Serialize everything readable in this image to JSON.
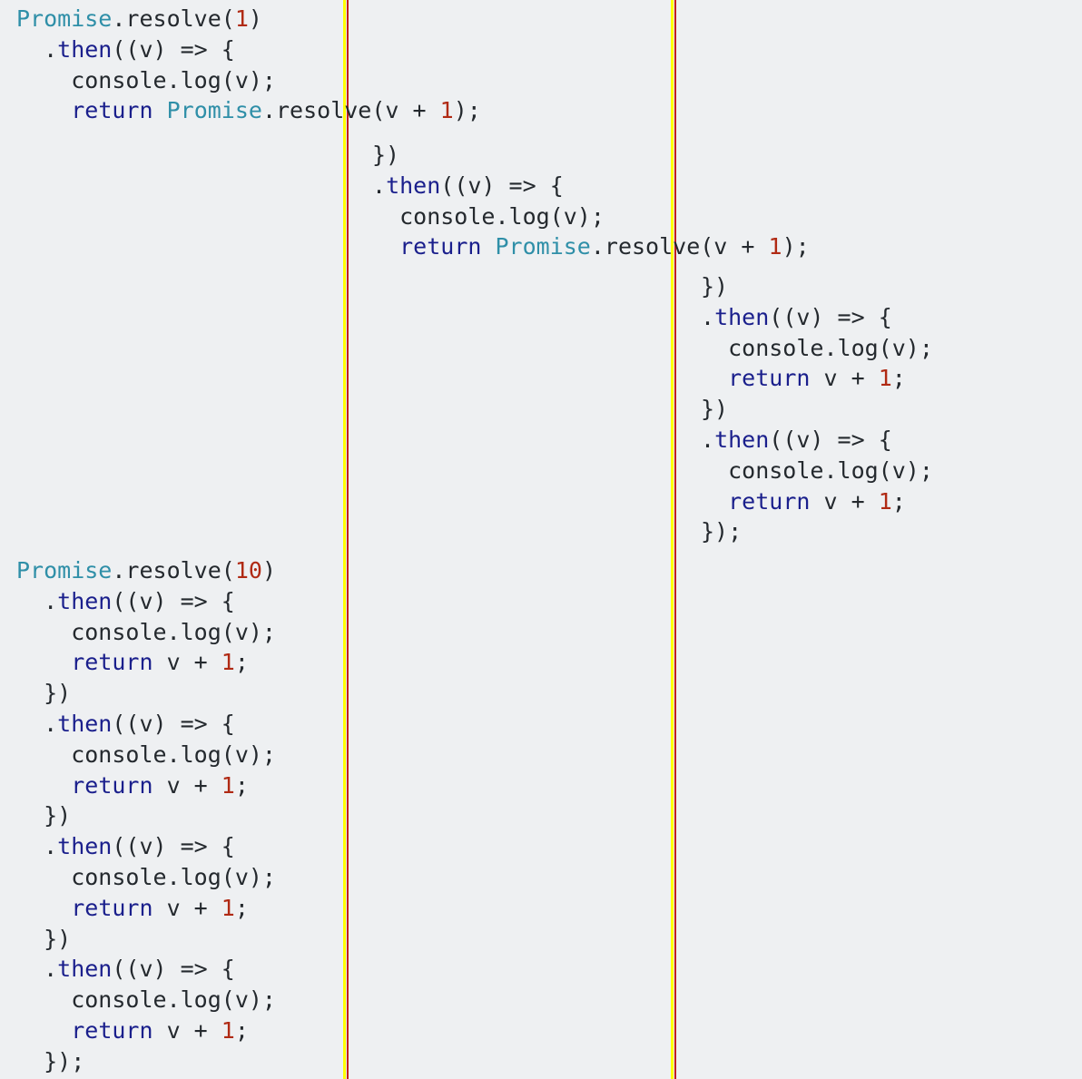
{
  "colors": {
    "background": "#eef0f2",
    "guide_yellow": "#ffff00",
    "guide_red": "#c21f1f",
    "plain": "#24292e",
    "type": "#2f8fa8",
    "keyword": "#1a1f8c",
    "number": "#b02a14"
  },
  "blocks": [
    {
      "name": "code-block-resolve-1",
      "lines": [
        {
          "tokens": [
            {
              "t": "Promise",
              "c": "type"
            },
            {
              "t": ".resolve(",
              "c": "plain"
            },
            {
              "t": "1",
              "c": "num"
            },
            {
              "t": ")",
              "c": "plain"
            }
          ]
        },
        {
          "tokens": [
            {
              "t": "  .",
              "c": "plain"
            },
            {
              "t": "then",
              "c": "kw"
            },
            {
              "t": "((v) => {",
              "c": "plain"
            }
          ]
        },
        {
          "tokens": [
            {
              "t": "    console.log(v);",
              "c": "plain"
            }
          ]
        },
        {
          "tokens": [
            {
              "t": "    ",
              "c": "plain"
            },
            {
              "t": "return",
              "c": "kw"
            },
            {
              "t": " ",
              "c": "plain"
            },
            {
              "t": "Promise",
              "c": "type"
            },
            {
              "t": ".resolve(v + ",
              "c": "plain"
            },
            {
              "t": "1",
              "c": "num"
            },
            {
              "t": ");",
              "c": "plain"
            }
          ]
        }
      ]
    },
    {
      "name": "code-block-nested-1",
      "lines": [
        {
          "tokens": [
            {
              "t": "})",
              "c": "plain"
            }
          ]
        },
        {
          "tokens": [
            {
              "t": ".",
              "c": "plain"
            },
            {
              "t": "then",
              "c": "kw"
            },
            {
              "t": "((v) => {",
              "c": "plain"
            }
          ]
        },
        {
          "tokens": [
            {
              "t": "  console.log(v);",
              "c": "plain"
            }
          ]
        },
        {
          "tokens": [
            {
              "t": "  ",
              "c": "plain"
            },
            {
              "t": "return",
              "c": "kw"
            },
            {
              "t": " ",
              "c": "plain"
            },
            {
              "t": "Promise",
              "c": "type"
            },
            {
              "t": ".resolve(v + ",
              "c": "plain"
            },
            {
              "t": "1",
              "c": "num"
            },
            {
              "t": ");",
              "c": "plain"
            }
          ]
        }
      ]
    },
    {
      "name": "code-block-nested-2",
      "lines": [
        {
          "tokens": [
            {
              "t": "})",
              "c": "plain"
            }
          ]
        },
        {
          "tokens": [
            {
              "t": ".",
              "c": "plain"
            },
            {
              "t": "then",
              "c": "kw"
            },
            {
              "t": "((v) => {",
              "c": "plain"
            }
          ]
        },
        {
          "tokens": [
            {
              "t": "  console.log(v);",
              "c": "plain"
            }
          ]
        },
        {
          "tokens": [
            {
              "t": "  ",
              "c": "plain"
            },
            {
              "t": "return",
              "c": "kw"
            },
            {
              "t": " v + ",
              "c": "plain"
            },
            {
              "t": "1",
              "c": "num"
            },
            {
              "t": ";",
              "c": "plain"
            }
          ]
        },
        {
          "tokens": [
            {
              "t": "})",
              "c": "plain"
            }
          ]
        },
        {
          "tokens": [
            {
              "t": ".",
              "c": "plain"
            },
            {
              "t": "then",
              "c": "kw"
            },
            {
              "t": "((v) => {",
              "c": "plain"
            }
          ]
        },
        {
          "tokens": [
            {
              "t": "  console.log(v);",
              "c": "plain"
            }
          ]
        },
        {
          "tokens": [
            {
              "t": "  ",
              "c": "plain"
            },
            {
              "t": "return",
              "c": "kw"
            },
            {
              "t": " v + ",
              "c": "plain"
            },
            {
              "t": "1",
              "c": "num"
            },
            {
              "t": ";",
              "c": "plain"
            }
          ]
        },
        {
          "tokens": [
            {
              "t": "});",
              "c": "plain"
            }
          ]
        }
      ]
    },
    {
      "name": "code-block-resolve-10",
      "lines": [
        {
          "tokens": [
            {
              "t": "Promise",
              "c": "type"
            },
            {
              "t": ".resolve(",
              "c": "plain"
            },
            {
              "t": "10",
              "c": "num"
            },
            {
              "t": ")",
              "c": "plain"
            }
          ]
        },
        {
          "tokens": [
            {
              "t": "  .",
              "c": "plain"
            },
            {
              "t": "then",
              "c": "kw"
            },
            {
              "t": "((v) => {",
              "c": "plain"
            }
          ]
        },
        {
          "tokens": [
            {
              "t": "    console.log(v);",
              "c": "plain"
            }
          ]
        },
        {
          "tokens": [
            {
              "t": "    ",
              "c": "plain"
            },
            {
              "t": "return",
              "c": "kw"
            },
            {
              "t": " v + ",
              "c": "plain"
            },
            {
              "t": "1",
              "c": "num"
            },
            {
              "t": ";",
              "c": "plain"
            }
          ]
        },
        {
          "tokens": [
            {
              "t": "  })",
              "c": "plain"
            }
          ]
        },
        {
          "tokens": [
            {
              "t": "  .",
              "c": "plain"
            },
            {
              "t": "then",
              "c": "kw"
            },
            {
              "t": "((v) => {",
              "c": "plain"
            }
          ]
        },
        {
          "tokens": [
            {
              "t": "    console.log(v);",
              "c": "plain"
            }
          ]
        },
        {
          "tokens": [
            {
              "t": "    ",
              "c": "plain"
            },
            {
              "t": "return",
              "c": "kw"
            },
            {
              "t": " v + ",
              "c": "plain"
            },
            {
              "t": "1",
              "c": "num"
            },
            {
              "t": ";",
              "c": "plain"
            }
          ]
        },
        {
          "tokens": [
            {
              "t": "  })",
              "c": "plain"
            }
          ]
        },
        {
          "tokens": [
            {
              "t": "  .",
              "c": "plain"
            },
            {
              "t": "then",
              "c": "kw"
            },
            {
              "t": "((v) => {",
              "c": "plain"
            }
          ]
        },
        {
          "tokens": [
            {
              "t": "    console.log(v);",
              "c": "plain"
            }
          ]
        },
        {
          "tokens": [
            {
              "t": "    ",
              "c": "plain"
            },
            {
              "t": "return",
              "c": "kw"
            },
            {
              "t": " v + ",
              "c": "plain"
            },
            {
              "t": "1",
              "c": "num"
            },
            {
              "t": ";",
              "c": "plain"
            }
          ]
        },
        {
          "tokens": [
            {
              "t": "  })",
              "c": "plain"
            }
          ]
        },
        {
          "tokens": [
            {
              "t": "  .",
              "c": "plain"
            },
            {
              "t": "then",
              "c": "kw"
            },
            {
              "t": "((v) => {",
              "c": "plain"
            }
          ]
        },
        {
          "tokens": [
            {
              "t": "    console.log(v);",
              "c": "plain"
            }
          ]
        },
        {
          "tokens": [
            {
              "t": "    ",
              "c": "plain"
            },
            {
              "t": "return",
              "c": "kw"
            },
            {
              "t": " v + ",
              "c": "plain"
            },
            {
              "t": "1",
              "c": "num"
            },
            {
              "t": ";",
              "c": "plain"
            }
          ]
        },
        {
          "tokens": [
            {
              "t": "  });",
              "c": "plain"
            }
          ]
        }
      ]
    }
  ]
}
